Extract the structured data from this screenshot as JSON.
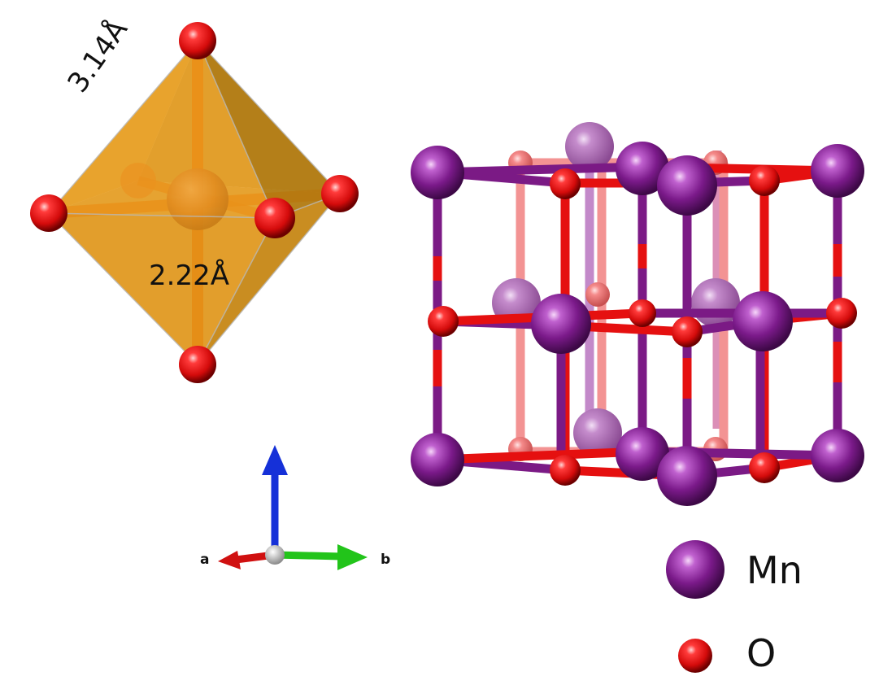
{
  "figure": {
    "octahedron": {
      "edge_length_label": "3.14Å",
      "bond_length_label": "2.22Å",
      "face_color": "#e8a21c",
      "center_atom_color": "#c46a14"
    },
    "axes": {
      "a_label": "a",
      "b_label": "b",
      "c_arrow_color": "#1530d8",
      "a_arrow_color": "#d01010",
      "b_arrow_color": "#22c41a"
    },
    "legend": {
      "items": [
        {
          "label": "Mn",
          "color": "#7a1f8c",
          "icon": "mn-atom-icon"
        },
        {
          "label": "O",
          "color": "#e01212",
          "icon": "o-atom-icon"
        }
      ]
    },
    "colors": {
      "mn": "#7a1f8c",
      "mn_back": "#b062b8",
      "o": "#e01212",
      "o_back": "#f07070",
      "bond_red": "#e51010",
      "bond_purple": "#7b1a85"
    }
  }
}
